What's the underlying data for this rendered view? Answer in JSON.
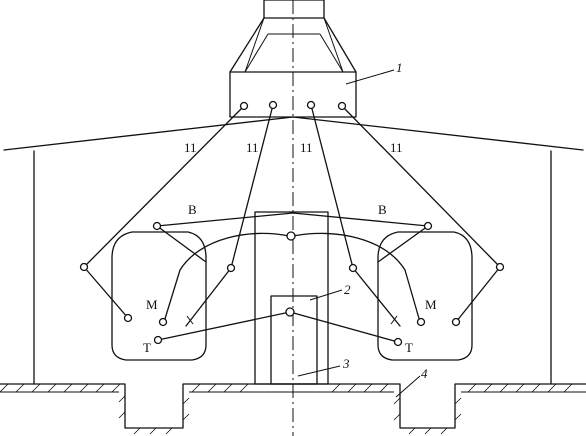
{
  "diagram": {
    "part_labels": {
      "p1": "1",
      "p2": "2",
      "p3": "3",
      "p4": "4"
    },
    "cable_labels": {
      "c1": "11",
      "c2": "11",
      "c3": "11",
      "c4": "11"
    },
    "brace_labels": {
      "left": "B",
      "right": "B"
    },
    "tank_labels": {
      "m_left": "M",
      "m_right": "M",
      "t_left": "T",
      "t_right": "T"
    }
  }
}
